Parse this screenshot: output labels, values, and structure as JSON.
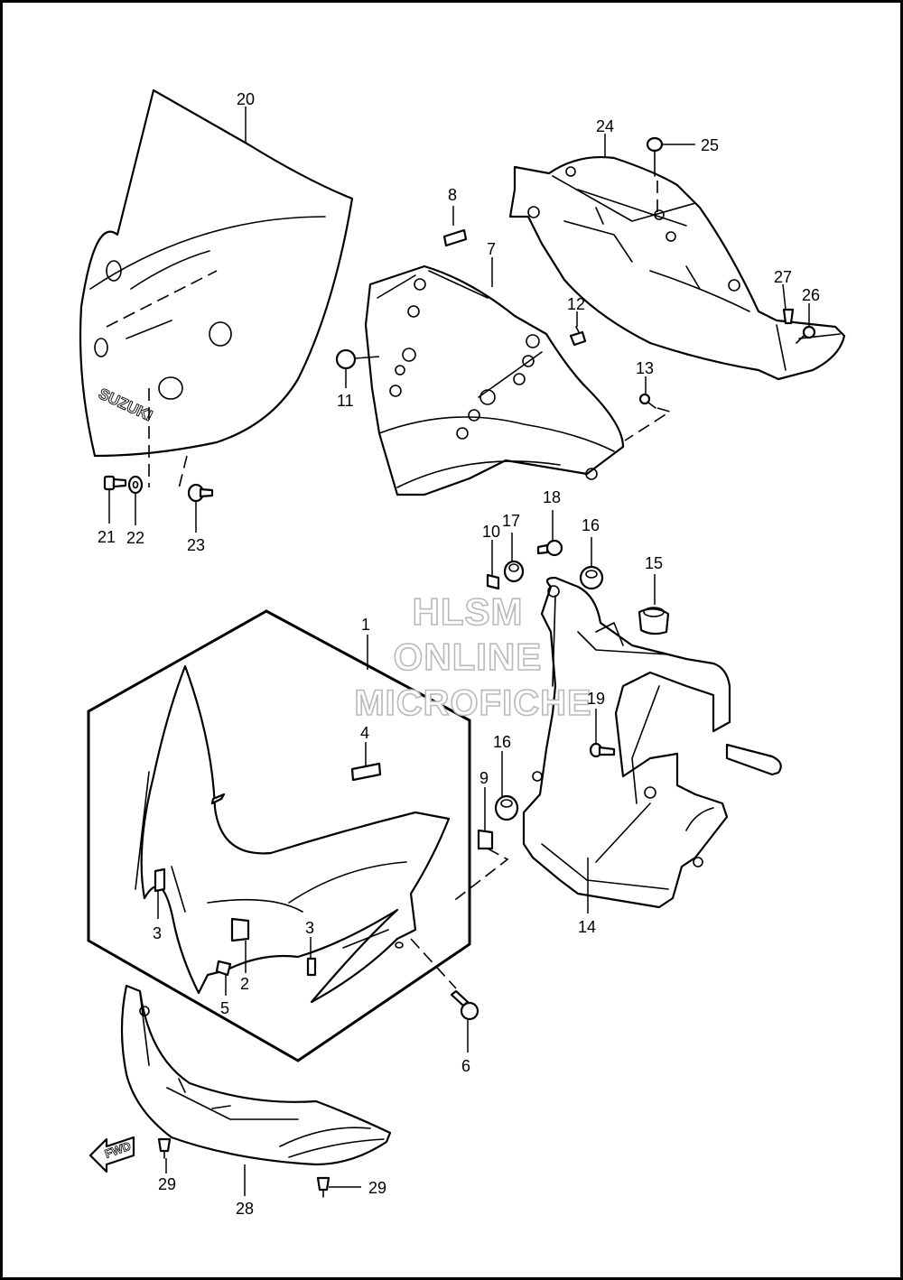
{
  "diagram": {
    "brand_text": "SUZUKI",
    "direction_text": "FWD",
    "watermark": {
      "line1": "HLSM",
      "line2": "ONLINE",
      "line3": "MICROFICHE"
    },
    "callouts": {
      "n1": "1",
      "n2": "2",
      "n3a": "3",
      "n3b": "3",
      "n4": "4",
      "n5": "5",
      "n6": "6",
      "n7": "7",
      "n8": "8",
      "n9": "9",
      "n10": "10",
      "n11": "11",
      "n12": "12",
      "n13": "13",
      "n14": "14",
      "n15": "15",
      "n16a": "16",
      "n16b": "16",
      "n17": "17",
      "n18": "18",
      "n19": "19",
      "n20": "20",
      "n21": "21",
      "n22": "22",
      "n23": "23",
      "n24": "24",
      "n25": "25",
      "n26": "26",
      "n27": "27",
      "n28": "28",
      "n29a": "29",
      "n29b": "29"
    }
  }
}
